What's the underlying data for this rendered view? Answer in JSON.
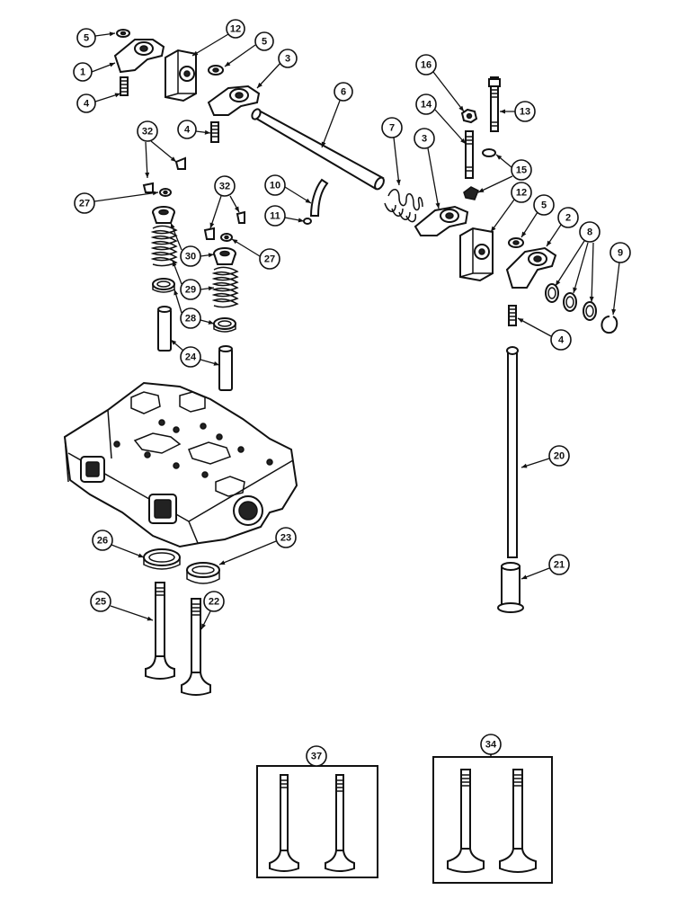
{
  "callouts": [
    {
      "id": "c5a",
      "label": "5"
    },
    {
      "id": "c1",
      "label": "1"
    },
    {
      "id": "c4a",
      "label": "4"
    },
    {
      "id": "c12a",
      "label": "12"
    },
    {
      "id": "c5b",
      "label": "5"
    },
    {
      "id": "c3a",
      "label": "3"
    },
    {
      "id": "c4b",
      "label": "4"
    },
    {
      "id": "c6",
      "label": "6"
    },
    {
      "id": "c32a",
      "label": "32"
    },
    {
      "id": "c27a",
      "label": "27"
    },
    {
      "id": "c32b",
      "label": "32"
    },
    {
      "id": "c30",
      "label": "30"
    },
    {
      "id": "c27b",
      "label": "27"
    },
    {
      "id": "c29",
      "label": "29"
    },
    {
      "id": "c28",
      "label": "28"
    },
    {
      "id": "c24",
      "label": "24"
    },
    {
      "id": "c10",
      "label": "10"
    },
    {
      "id": "c11",
      "label": "11"
    },
    {
      "id": "c7",
      "label": "7"
    },
    {
      "id": "c16",
      "label": "16"
    },
    {
      "id": "c14",
      "label": "14"
    },
    {
      "id": "c13",
      "label": "13"
    },
    {
      "id": "c3b",
      "label": "3"
    },
    {
      "id": "c15",
      "label": "15"
    },
    {
      "id": "c12b",
      "label": "12"
    },
    {
      "id": "c5c",
      "label": "5"
    },
    {
      "id": "c2",
      "label": "2"
    },
    {
      "id": "c8",
      "label": "8"
    },
    {
      "id": "c9",
      "label": "9"
    },
    {
      "id": "c4c",
      "label": "4"
    },
    {
      "id": "c20",
      "label": "20"
    },
    {
      "id": "c21",
      "label": "21"
    },
    {
      "id": "c26",
      "label": "26"
    },
    {
      "id": "c23",
      "label": "23"
    },
    {
      "id": "c25",
      "label": "25"
    },
    {
      "id": "c22",
      "label": "22"
    },
    {
      "id": "c37",
      "label": "37"
    },
    {
      "id": "c34",
      "label": "34"
    }
  ]
}
